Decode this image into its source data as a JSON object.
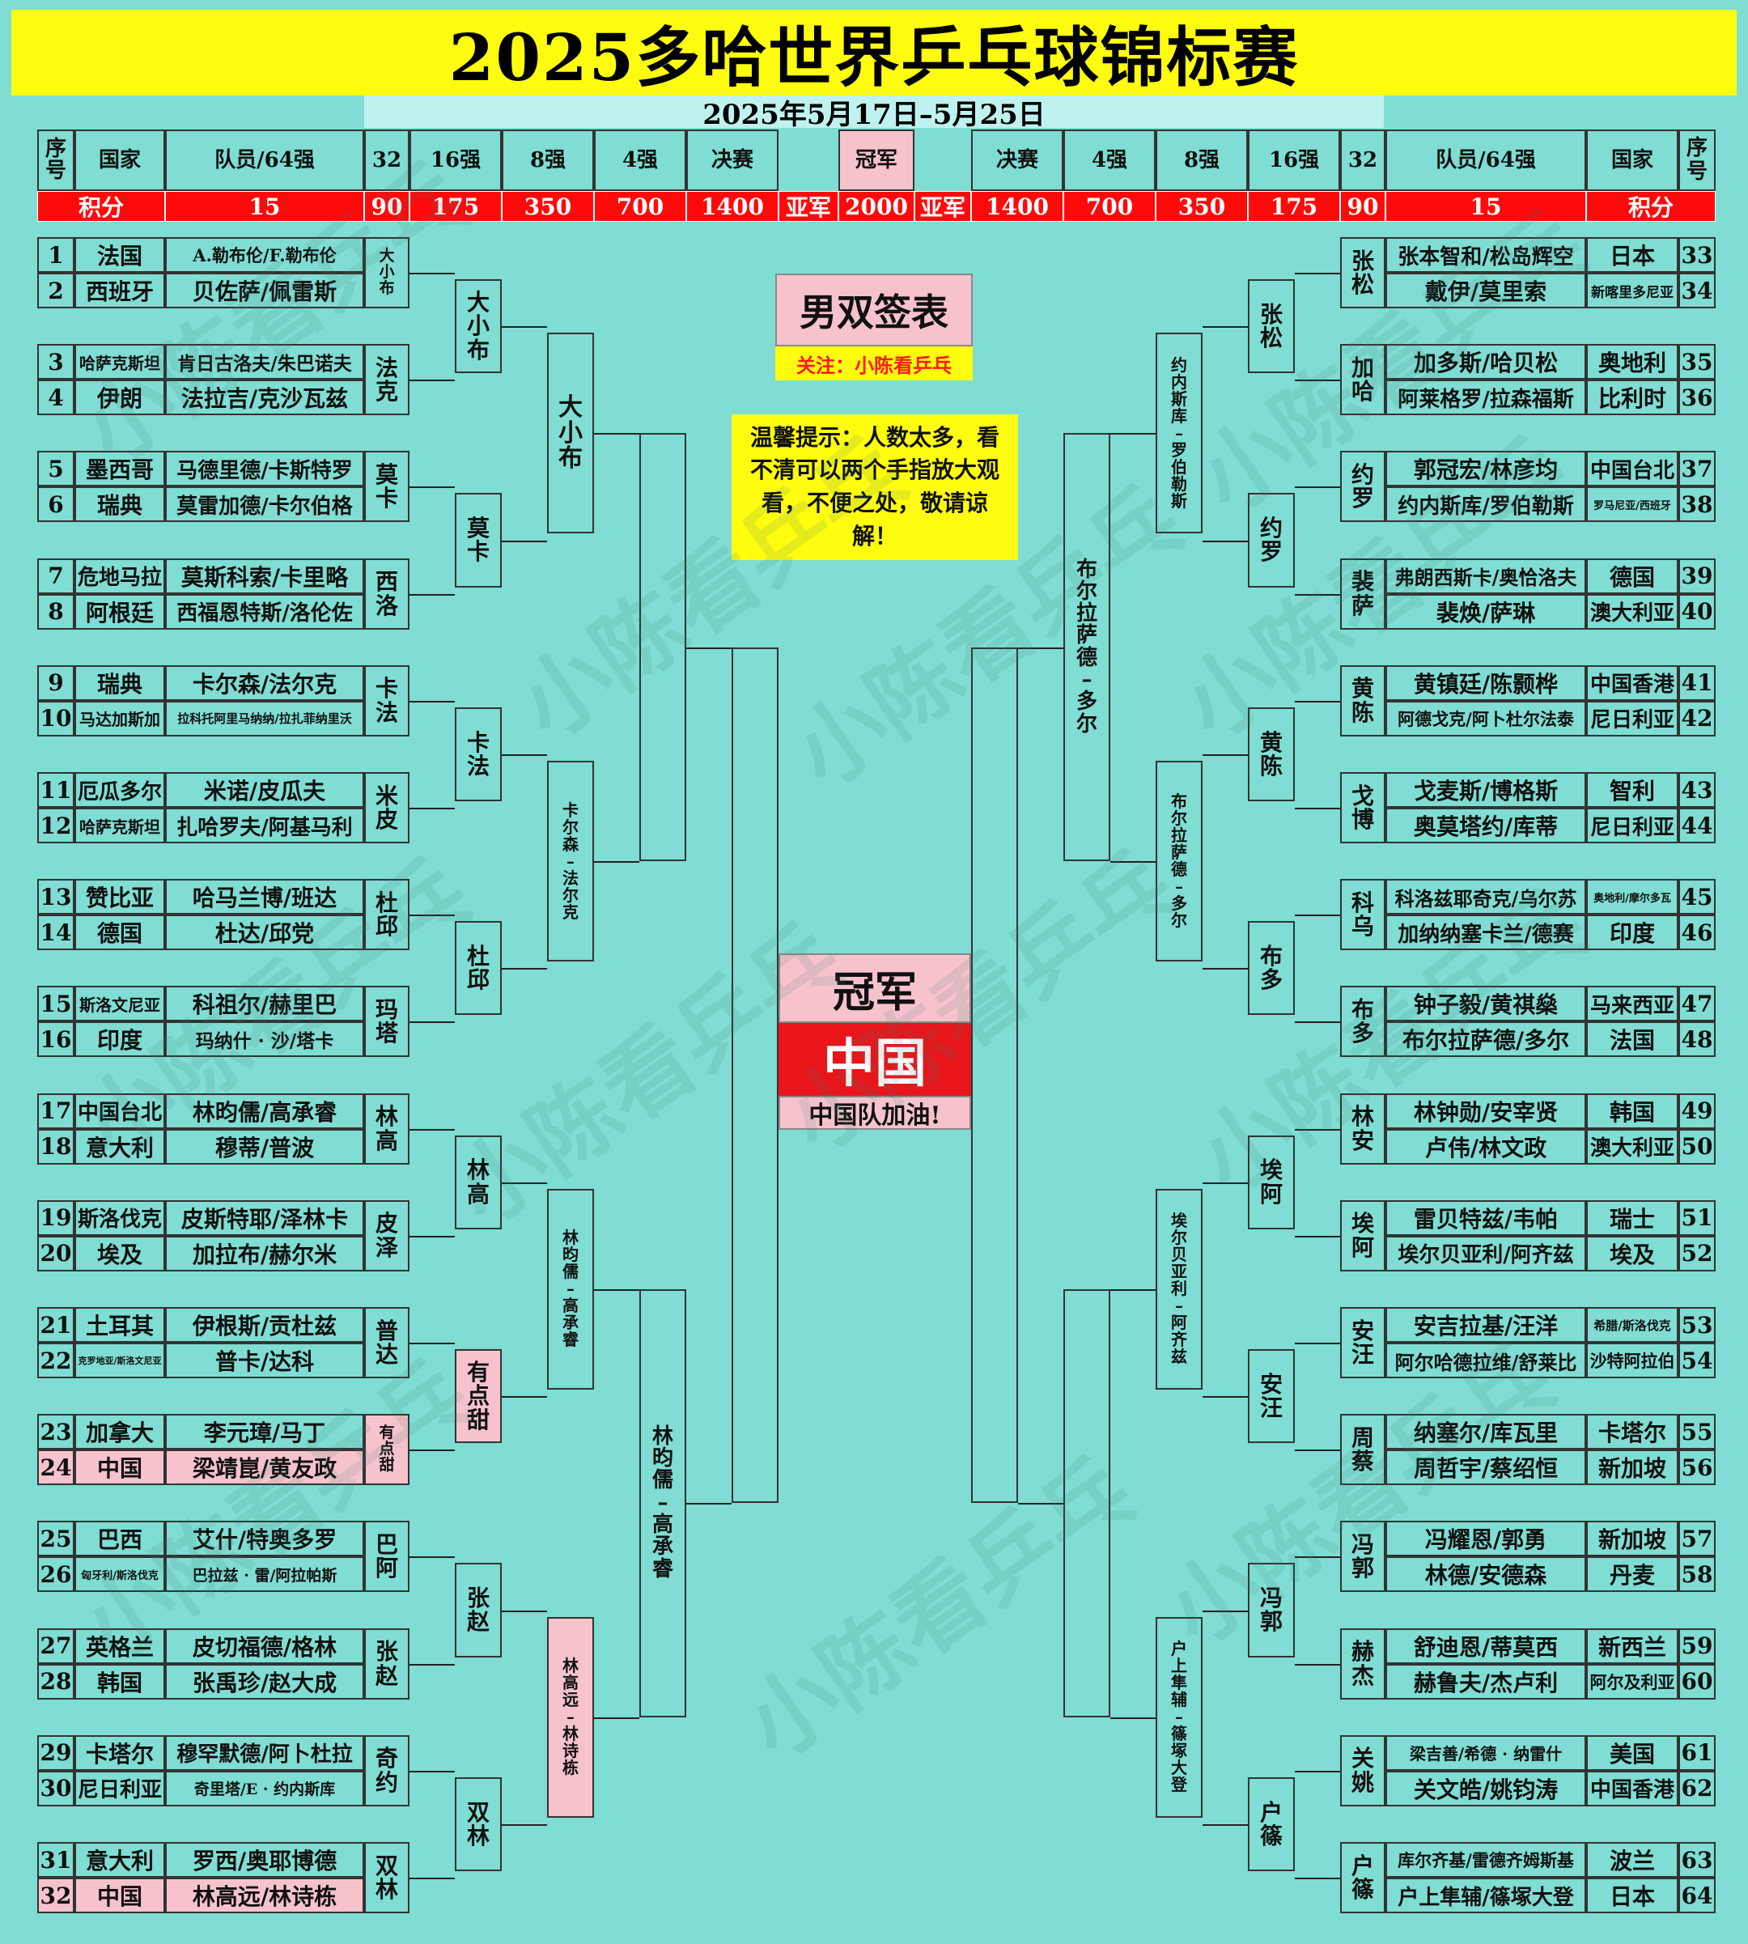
{
  "title": "2025多哈世界乒乓球锦标赛",
  "dates": "2025年5月17日–5月25日",
  "header": {
    "seq": "序号",
    "country": "国家",
    "players": "队员/64强",
    "r32": "32",
    "r16": "16强",
    "qf": "8强",
    "sf": "4强",
    "final": "决赛",
    "champion": "冠军",
    "points_label": "积分",
    "runner_up": "亚军"
  },
  "points": {
    "r64": "15",
    "r32": "90",
    "r16": "175",
    "qf": "350",
    "sf": "700",
    "final": "1400",
    "champion": "2000"
  },
  "promo": {
    "event": "男双签表",
    "follow": "关注：小陈看乒乓",
    "tip": "温馨提示：人数太多，看不清可以两个手指放大观看，不便之处，敬请谅解！",
    "champion_label": "冠军",
    "champion_value": "中国",
    "cheer": "中国队加油!"
  },
  "watermark": "小陈看乒乓",
  "left": {
    "entries": [
      {
        "no": "1",
        "country": "法国",
        "players": "A.勒布伦/F.勒布伦"
      },
      {
        "no": "2",
        "country": "西班牙",
        "players": "贝佐萨/佩雷斯"
      },
      {
        "no": "3",
        "country": "哈萨克斯坦",
        "players": "肯日古洛夫/朱巴诺夫"
      },
      {
        "no": "4",
        "country": "伊朗",
        "players": "法拉吉/克沙瓦兹"
      },
      {
        "no": "5",
        "country": "墨西哥",
        "players": "马德里德/卡斯特罗"
      },
      {
        "no": "6",
        "country": "瑞典",
        "players": "莫雷加德/卡尔伯格"
      },
      {
        "no": "7",
        "country": "危地马拉",
        "players": "莫斯科索/卡里略"
      },
      {
        "no": "8",
        "country": "阿根廷",
        "players": "西福恩特斯/洛伦佐"
      },
      {
        "no": "9",
        "country": "瑞典",
        "players": "卡尔森/法尔克"
      },
      {
        "no": "10",
        "country": "马达加斯加",
        "players": "拉科托阿里马纳纳/拉扎菲纳里沃"
      },
      {
        "no": "11",
        "country": "厄瓜多尔",
        "players": "米诺/皮瓜夫"
      },
      {
        "no": "12",
        "country": "哈萨克斯坦",
        "players": "扎哈罗夫/阿基马利"
      },
      {
        "no": "13",
        "country": "赞比亚",
        "players": "哈马兰博/班达"
      },
      {
        "no": "14",
        "country": "德国",
        "players": "杜达/邱党"
      },
      {
        "no": "15",
        "country": "斯洛文尼亚",
        "players": "科祖尔/赫里巴"
      },
      {
        "no": "16",
        "country": "印度",
        "players": "玛纳什 · 沙/塔卡"
      },
      {
        "no": "17",
        "country": "中国台北",
        "players": "林昀儒/高承睿"
      },
      {
        "no": "18",
        "country": "意大利",
        "players": "穆蒂/普波"
      },
      {
        "no": "19",
        "country": "斯洛伐克",
        "players": "皮斯特耶/泽林卡"
      },
      {
        "no": "20",
        "country": "埃及",
        "players": "加拉布/赫尔米"
      },
      {
        "no": "21",
        "country": "土耳其",
        "players": "伊根斯/贡杜兹"
      },
      {
        "no": "22",
        "country": "克罗地亚/斯洛文尼亚",
        "players": "普卡/达科"
      },
      {
        "no": "23",
        "country": "加拿大",
        "players": "李元璋/马丁"
      },
      {
        "no": "24",
        "country": "中国",
        "players": "梁靖崑/黄友政"
      },
      {
        "no": "25",
        "country": "巴西",
        "players": "艾什/特奥多罗"
      },
      {
        "no": "26",
        "country": "匈牙利/斯洛伐克",
        "players": "巴拉兹 · 雷/阿拉帕斯"
      },
      {
        "no": "27",
        "country": "英格兰",
        "players": "皮切福德/格林"
      },
      {
        "no": "28",
        "country": "韩国",
        "players": "张禹珍/赵大成"
      },
      {
        "no": "29",
        "country": "卡塔尔",
        "players": "穆罕默德/阿卜杜拉"
      },
      {
        "no": "30",
        "country": "尼日利亚",
        "players": "奇里塔/E · 约内斯库"
      },
      {
        "no": "31",
        "country": "意大利",
        "players": "罗西/奥耶博德"
      },
      {
        "no": "32",
        "country": "中国",
        "players": "林高远/林诗栋"
      }
    ],
    "r32": [
      "大小布",
      "法克",
      "莫卡",
      "西洛",
      "卡法",
      "米皮",
      "杜邱",
      "玛塔",
      "林高",
      "皮泽",
      "普达",
      "有点甜",
      "巴阿",
      "张赵",
      "奇约",
      "双林"
    ],
    "r16": [
      "大小布",
      "莫卡",
      "卡法",
      "杜邱",
      "林高",
      "有点甜",
      "张赵",
      "双林"
    ],
    "qf": [
      "大小布",
      "卡尔森–法尔克",
      "林昀儒–高承睿",
      "林高远–林诗栋"
    ],
    "sf": [
      "",
      "林昀儒–高承睿"
    ],
    "final": [
      ""
    ]
  },
  "right": {
    "entries": [
      {
        "no": "33",
        "country": "日本",
        "players": "张本智和/松岛辉空"
      },
      {
        "no": "34",
        "country": "新喀里多尼亚",
        "players": "戴伊/莫里索"
      },
      {
        "no": "35",
        "country": "奥地利",
        "players": "加多斯/哈贝松"
      },
      {
        "no": "36",
        "country": "比利时",
        "players": "阿莱格罗/拉森福斯"
      },
      {
        "no": "37",
        "country": "中国台北",
        "players": "郭冠宏/林彦均"
      },
      {
        "no": "38",
        "country": "罗马尼亚/西班牙",
        "players": "约内斯库/罗伯勒斯"
      },
      {
        "no": "39",
        "country": "德国",
        "players": "弗朗西斯卡/奥恰洛夫"
      },
      {
        "no": "40",
        "country": "澳大利亚",
        "players": "裴焕/萨琳"
      },
      {
        "no": "41",
        "country": "中国香港",
        "players": "黄镇廷/陈颢桦"
      },
      {
        "no": "42",
        "country": "尼日利亚",
        "players": "阿德戈克/阿卜杜尔法泰"
      },
      {
        "no": "43",
        "country": "智利",
        "players": "戈麦斯/博格斯"
      },
      {
        "no": "44",
        "country": "尼日利亚",
        "players": "奥莫塔约/库蒂"
      },
      {
        "no": "45",
        "country": "奥地利/摩尔多瓦",
        "players": "科洛兹耶奇克/乌尔苏"
      },
      {
        "no": "46",
        "country": "印度",
        "players": "加纳纳塞卡兰/德赛"
      },
      {
        "no": "47",
        "country": "马来西亚",
        "players": "钟子毅/黄祺燊"
      },
      {
        "no": "48",
        "country": "法国",
        "players": "布尔拉萨德/多尔"
      },
      {
        "no": "49",
        "country": "韩国",
        "players": "林钟勋/安宰贤"
      },
      {
        "no": "50",
        "country": "澳大利亚",
        "players": "卢伟/林文政"
      },
      {
        "no": "51",
        "country": "瑞士",
        "players": "雷贝特兹/韦帕"
      },
      {
        "no": "52",
        "country": "埃及",
        "players": "埃尔贝亚利/阿齐兹"
      },
      {
        "no": "53",
        "country": "希腊/斯洛伐克",
        "players": "安吉拉基/汪洋"
      },
      {
        "no": "54",
        "country": "沙特阿拉伯",
        "players": "阿尔哈德拉维/舒莱比"
      },
      {
        "no": "55",
        "country": "卡塔尔",
        "players": "纳塞尔/库瓦里"
      },
      {
        "no": "56",
        "country": "新加坡",
        "players": "周哲宇/蔡绍恒"
      },
      {
        "no": "57",
        "country": "新加坡",
        "players": "冯耀恩/郭勇"
      },
      {
        "no": "58",
        "country": "丹麦",
        "players": "林德/安德森"
      },
      {
        "no": "59",
        "country": "新西兰",
        "players": "舒迪恩/蒂莫西"
      },
      {
        "no": "60",
        "country": "阿尔及利亚",
        "players": "赫鲁夫/杰卢利"
      },
      {
        "no": "61",
        "country": "美国",
        "players": "梁吉善/希德 · 纳雷什"
      },
      {
        "no": "62",
        "country": "中国香港",
        "players": "关文皓/姚钧涛"
      },
      {
        "no": "63",
        "country": "波兰",
        "players": "库尔齐基/雷德齐姆斯基"
      },
      {
        "no": "64",
        "country": "日本",
        "players": "户上隼辅/篠塚大登"
      }
    ],
    "r32": [
      "张松",
      "加哈",
      "约罗",
      "裴萨",
      "黄陈",
      "戈博",
      "科乌",
      "布多",
      "林安",
      "埃阿",
      "安汪",
      "周蔡",
      "冯郭",
      "赫杰",
      "关姚",
      "户篠"
    ],
    "r16": [
      "张松",
      "约罗",
      "黄陈",
      "布多",
      "埃阿",
      "安汪",
      "冯郭",
      "户篠"
    ],
    "qf": [
      "约内斯库–罗伯勒斯",
      "布尔拉萨德–多尔",
      "埃尔贝亚利–阿齐兹",
      "户上隼辅–篠塚大登"
    ],
    "sf": [
      "布尔拉萨德–多尔",
      ""
    ],
    "final": [
      ""
    ]
  },
  "colors": {
    "background": "#7fddd3",
    "banner": "#fffc0f",
    "points_bar": "#ff0a0a",
    "highlight": "#f6c3cc",
    "champion_box": "#e8151a"
  }
}
